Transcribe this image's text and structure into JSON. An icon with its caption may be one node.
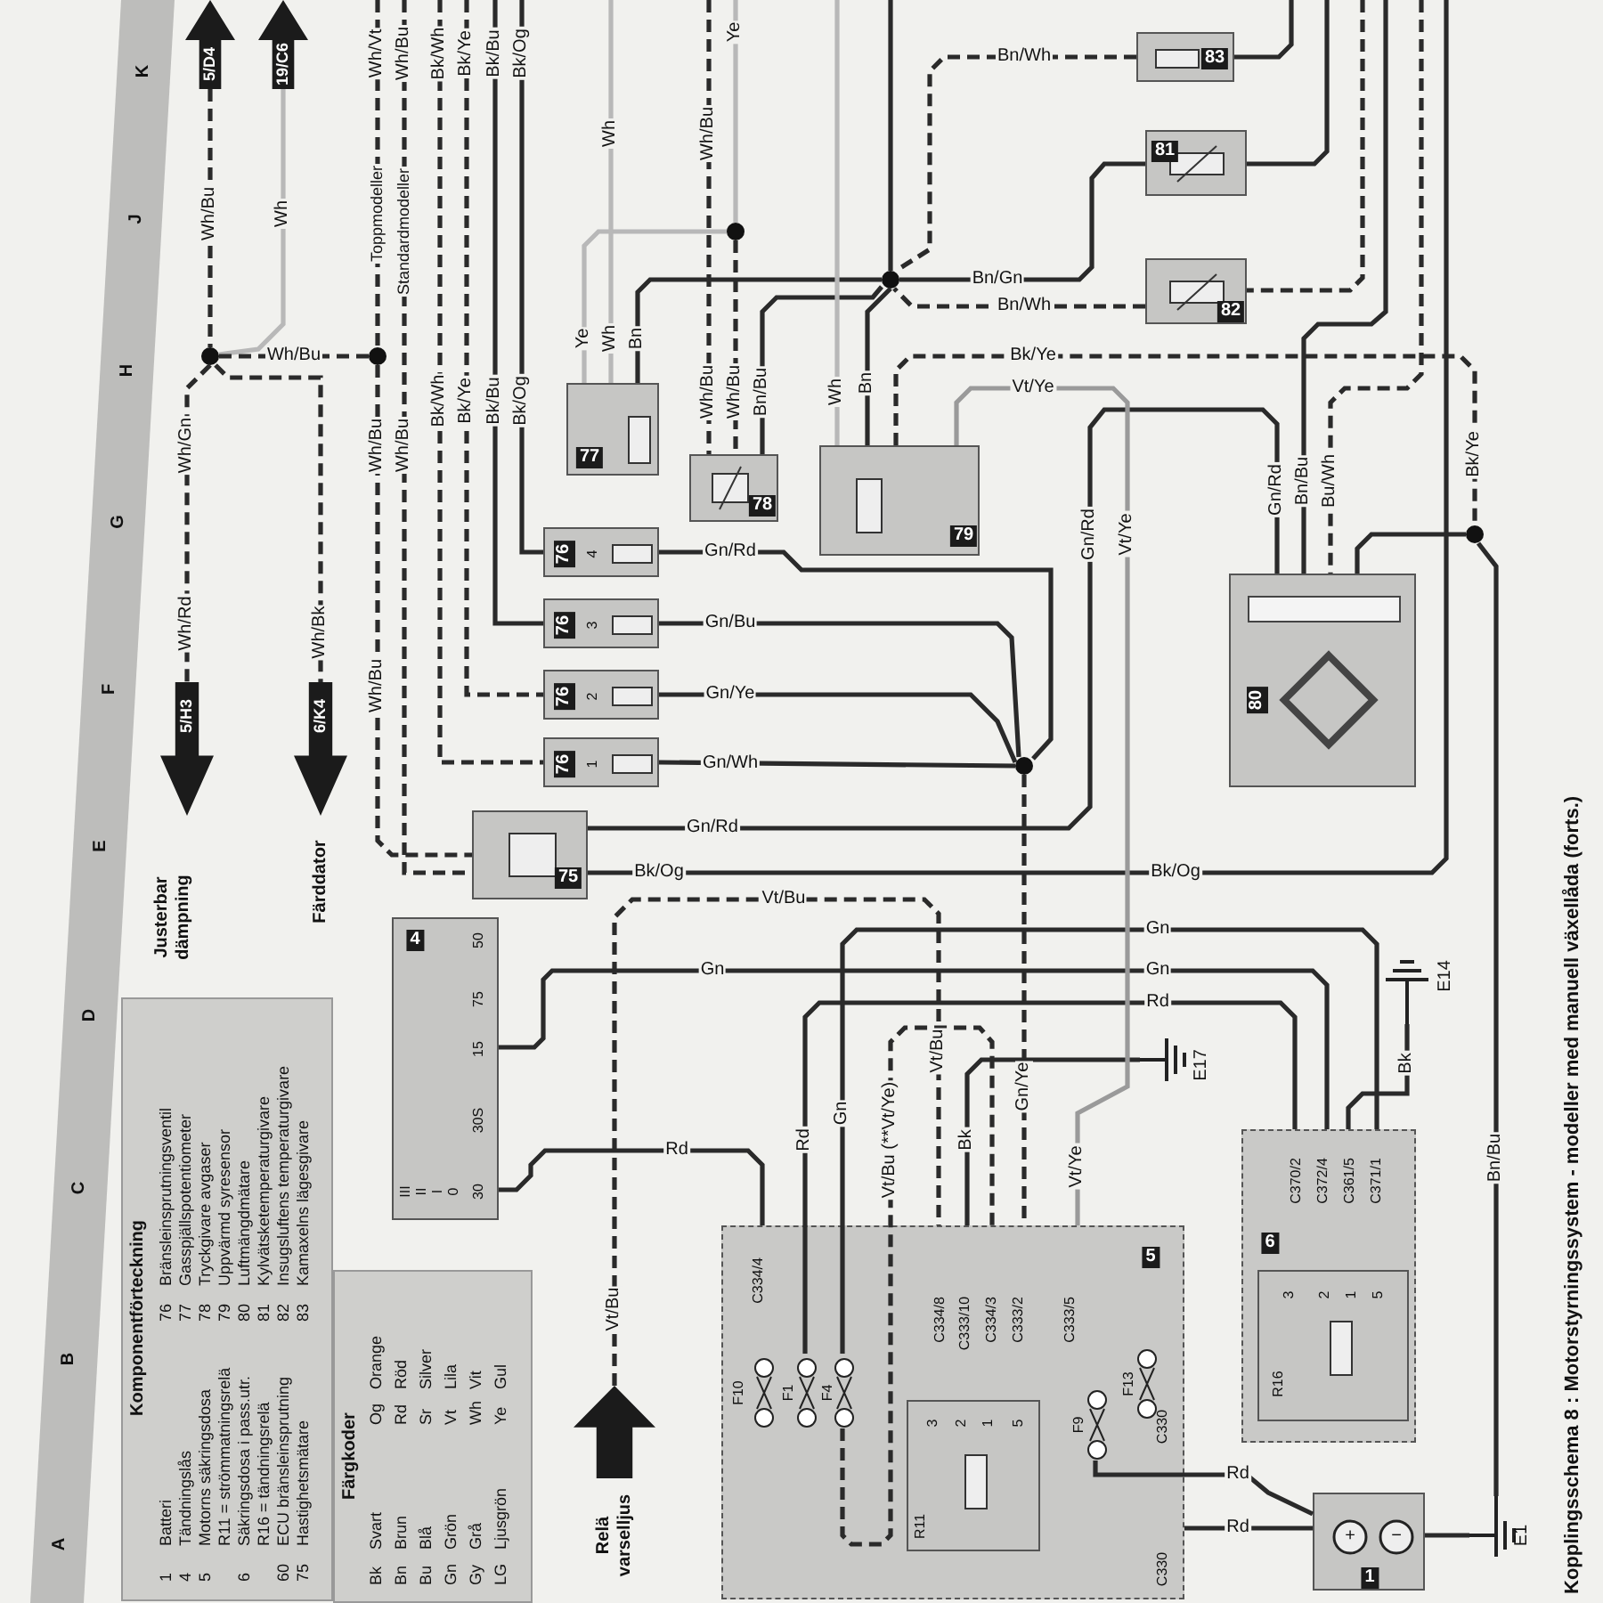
{
  "diagram": {
    "title": "Kopplingsschema 8 : Motorstyrningssystem - modeller med manuell växellåda (forts.)",
    "nodes": [
      {
        "text": [
          "5/D4"
        ]
      },
      {
        "text": [
          "19/C6"
        ]
      },
      {
        "text": [
          "5/H3"
        ],
        "beside": [
          "Justerbar dämpning"
        ]
      },
      {
        "text": [
          "6/K4"
        ],
        "beside": [
          "Färddator"
        ]
      },
      {
        "text": [],
        "shape": "dot"
      },
      {
        "text": [],
        "shape": "dot"
      },
      {
        "text": [
          "75"
        ]
      },
      {
        "text": [
          "76",
          "4"
        ]
      },
      {
        "text": [
          "76",
          "3"
        ]
      },
      {
        "text": [
          "76",
          "2"
        ]
      },
      {
        "text": [
          "76",
          "1"
        ]
      },
      {
        "text": [
          "77"
        ]
      },
      {
        "text": [
          "78"
        ]
      },
      {
        "text": [
          "79"
        ]
      },
      {
        "text": [
          "80"
        ]
      },
      {
        "text": [
          "81"
        ]
      },
      {
        "text": [
          "82"
        ]
      },
      {
        "text": [
          "83"
        ]
      },
      {
        "text": [
          "4",
          "50",
          "75",
          "15",
          "30S",
          "30",
          "0",
          "I",
          "II",
          "III"
        ]
      },
      {
        "text": [
          "5",
          "C334/4",
          "C334/8",
          "C333/10",
          "C334/3",
          "C333/2",
          "C333/5",
          "C330",
          "C330"
        ]
      },
      {
        "text": [
          "F10"
        ],
        "in": 19
      },
      {
        "text": [
          "F1"
        ],
        "in": 19
      },
      {
        "text": [
          "F4"
        ],
        "in": 19
      },
      {
        "text": [
          "F9"
        ],
        "in": 19
      },
      {
        "text": [
          "F13"
        ],
        "in": 19
      },
      {
        "text": [
          "R11",
          "3",
          "2",
          "1",
          "5"
        ],
        "in": 19
      },
      {
        "text": [
          "6",
          "C370/2",
          "C372/4",
          "C361/5",
          "C371/1"
        ]
      },
      {
        "text": [
          "R16",
          "3",
          "2",
          "1",
          "5"
        ],
        "in": 26
      },
      {
        "text": [
          "1",
          "+",
          "−"
        ]
      },
      {
        "text": [
          "E1"
        ]
      },
      {
        "text": [
          "E14"
        ]
      },
      {
        "text": [
          "E17"
        ]
      },
      {
        "text": [],
        "shape": "arrow",
        "beside": [
          "Relä varselljus"
        ]
      },
      {
        "text": [],
        "shape": "dot"
      },
      {
        "text": [],
        "shape": "dot"
      },
      {
        "text": [],
        "shape": "dot"
      },
      {
        "text": [],
        "shape": "dot"
      }
    ],
    "edges": [
      {
        "from": 0,
        "to": 4,
        "arrow": "none",
        "label": "Wh/Bu",
        "style": "dashed"
      },
      {
        "from": 1,
        "to": 4,
        "arrow": "none",
        "label": "Wh",
        "color": "#b8b8b8"
      },
      {
        "from": 4,
        "to": 2,
        "arrow": "none",
        "label": "Wh/Gn",
        "style": "dashed"
      },
      {
        "from": 4,
        "to": 3,
        "arrow": "none",
        "label": "Wh/Bk",
        "style": "dashed"
      },
      {
        "from": 4,
        "to": 5,
        "arrow": "none",
        "label": "Wh/Bu",
        "style": "dashed"
      },
      {
        "from": 5,
        "to": 6,
        "arrow": "none",
        "label": "Wh/Bu",
        "style": "dashed"
      },
      {
        "from": null,
        "to": 5,
        "arrow": "none",
        "label": "Wh/Vt",
        "style": "dashed"
      },
      {
        "from": null,
        "to": 6,
        "arrow": "none",
        "label": "Wh/Bu",
        "style": "dashed"
      },
      {
        "from": null,
        "to": 7,
        "arrow": "none",
        "label": "Bk/Og"
      },
      {
        "from": null,
        "to": 8,
        "arrow": "none",
        "label": "Bk/Bu"
      },
      {
        "from": null,
        "to": 9,
        "arrow": "none",
        "label": "Bk/Ye",
        "style": "dashed"
      },
      {
        "from": null,
        "to": 10,
        "arrow": "none",
        "label": "Bk/Wh",
        "style": "dashed"
      },
      {
        "from": 7,
        "to": 36,
        "arrow": "none",
        "label": "Gn/Rd"
      },
      {
        "from": 8,
        "to": 36,
        "arrow": "none",
        "label": "Gn/Bu"
      },
      {
        "from": 9,
        "to": 36,
        "arrow": "none",
        "label": "Gn/Ye"
      },
      {
        "from": 10,
        "to": 36,
        "arrow": "none",
        "label": "Gn/Wh"
      },
      {
        "from": 36,
        "to": 19,
        "arrow": "none",
        "label": "Gn/Ye",
        "style": "dashed"
      },
      {
        "from": 6,
        "to": 14,
        "arrow": "none",
        "label": "Gn/Rd"
      },
      {
        "from": 6,
        "to": null,
        "arrow": "none",
        "label": "Bk/Og"
      },
      {
        "from": 32,
        "to": 19,
        "arrow": "none",
        "label": "Vt/Bu",
        "style": "dashed"
      },
      {
        "from": 18,
        "to": 26,
        "arrow": "none",
        "label": "Gn"
      },
      {
        "from": 22,
        "to": 26,
        "arrow": "none",
        "label": "Gn"
      },
      {
        "from": 18,
        "to": 19,
        "arrow": "none",
        "label": "Rd"
      },
      {
        "from": 21,
        "to": 26,
        "arrow": "none",
        "label": "Rd"
      },
      {
        "from": 19,
        "to": 31,
        "arrow": "none",
        "label": "Bk"
      },
      {
        "from": 13,
        "to": 19,
        "arrow": "none",
        "label": "Vt/Ye",
        "color": "#9a9a9a"
      },
      {
        "from": 13,
        "to": 35,
        "arrow": "none",
        "label": "Bk/Ye",
        "style": "dashed"
      },
      {
        "from": 35,
        "to": 29,
        "arrow": "none",
        "label": "Bn/Bu"
      },
      {
        "from": 14,
        "to": 35,
        "arrow": "none"
      },
      {
        "from": null,
        "to": 14,
        "arrow": "none",
        "label": "Bn/Bu"
      },
      {
        "from": null,
        "to": 14,
        "arrow": "none",
        "label": "Bu/Wh",
        "style": "dashed"
      },
      {
        "from": null,
        "to": 15,
        "arrow": "none"
      },
      {
        "from": null,
        "to": 16,
        "arrow": "none",
        "style": "dashed"
      },
      {
        "from": null,
        "to": 17,
        "arrow": "none"
      },
      {
        "from": 17,
        "to": 33,
        "arrow": "none",
        "label": "Bn/Wh",
        "style": "dashed"
      },
      {
        "from": 15,
        "to": 33,
        "arrow": "none",
        "label": "Bn/Gn"
      },
      {
        "from": 16,
        "to": 33,
        "arrow": "none",
        "label": "Bn/Wh",
        "style": "dashed"
      },
      {
        "from": 33,
        "to": 11,
        "arrow": "none",
        "label": "Bn"
      },
      {
        "from": 33,
        "to": 13,
        "arrow": "none",
        "label": "Bn"
      },
      {
        "from": null,
        "to": 33,
        "arrow": "none"
      },
      {
        "from": null,
        "to": 34,
        "arrow": "none",
        "label": "Ye",
        "color": "#b8b8b8"
      },
      {
        "from": 34,
        "to": 11,
        "arrow": "none",
        "label": "Ye",
        "color": "#b8b8b8"
      },
      {
        "from": 34,
        "to": 12,
        "arrow": "none",
        "label": "Wh/Bu",
        "style": "dashed"
      },
      {
        "from": null,
        "to": 12,
        "arrow": "none",
        "label": "Wh/Bu",
        "style": "dashed"
      },
      {
        "from": 12,
        "to": 33,
        "arrow": "none",
        "label": "Bn/Bu"
      },
      {
        "from": null,
        "to": 11,
        "arrow": "none",
        "label": "Wh",
        "color": "#b8b8b8"
      },
      {
        "from": null,
        "to": 13,
        "arrow": "none",
        "label": "Wh",
        "color": "#b8b8b8"
      },
      {
        "from": 23,
        "to": 28,
        "arrow": "none",
        "label": "Rd"
      },
      {
        "from": 19,
        "to": 28,
        "arrow": "none",
        "label": "Rd"
      },
      {
        "from": 28,
        "to": 29,
        "arrow": "none"
      },
      {
        "from": 22,
        "to": 19,
        "arrow": "none",
        "label": "Vt/Bu (**Vt/Ye)",
        "style": "dashed"
      },
      {
        "from": 26,
        "to": 30,
        "arrow": "none",
        "label": "Bk"
      }
    ],
    "labels": [
      "K",
      "J",
      "H",
      "G",
      "F",
      "E",
      "D",
      "C",
      "B",
      "A",
      "Komponentförteckning",
      "1",
      "Batteri",
      "76",
      "Bränsleinsprutningsventil",
      "4",
      "Tändningslås",
      "77",
      "Gasspjällspotentiometer",
      "5",
      "Motorns säkringsdosa",
      "78",
      "Tryckgivare avgaser",
      "R11 = strömmatningsrelä",
      "79",
      "Uppvärmd syresensor",
      "6",
      "Säkringsdosa i pass.utr.",
      "80",
      "Luftmängdmätare",
      "R16 = tändningsrelä",
      "81",
      "Kylvätsketemperaturgivare",
      "60",
      "ECU bränsleinsprutning",
      "82",
      "Insugsluftens temperaturgivare",
      "75",
      "Hastighetsmätare",
      "83",
      "Kamaxelns lägesgivare",
      "Färgkoder",
      "Bk",
      "Svart",
      "Og",
      "Orange",
      "Bn",
      "Brun",
      "Rd",
      "Röd",
      "Bu",
      "Blå",
      "Sr",
      "Silver",
      "Gn",
      "Grön",
      "Vt",
      "Lila",
      "Gy",
      "Grå",
      "Wh",
      "Vit",
      "LG",
      "Ljusgrön",
      "Ye",
      "Gul",
      "Toppmodeller",
      "Standardmodeller",
      "Wh/Rd",
      "Wh/Bu",
      "Wh/Bu",
      "Bk/Wh",
      "Bk/Ye",
      "Bk/Bu",
      "Bk/Og",
      "Wh/Bu",
      "Wh",
      "Gn/Rd",
      "Gn/Rd",
      "Bk/Og",
      "Vt/Bu",
      "Vt/Bu",
      "Gn",
      "Gn",
      "Rd",
      "Vt/Ye",
      "Vt/Ye",
      "Bk/Ye"
    ]
  }
}
